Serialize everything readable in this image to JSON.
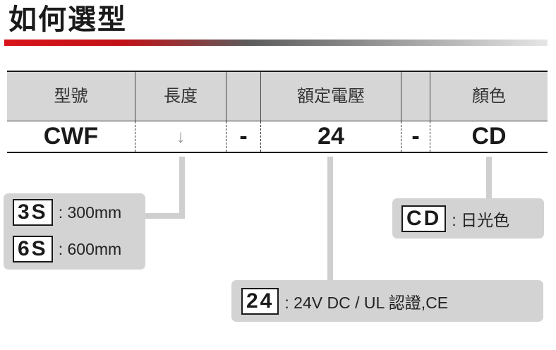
{
  "title": "如何選型",
  "table": {
    "headers": [
      "型號",
      "長度",
      "",
      "額定電壓",
      "",
      "顏色"
    ],
    "values": [
      "CWF",
      "↓",
      "-",
      "24",
      "-",
      "CD"
    ]
  },
  "options": {
    "length": [
      {
        "code": "3S",
        "desc": ": 300mm"
      },
      {
        "code": "6S",
        "desc": ": 600mm"
      }
    ],
    "color": [
      {
        "code": "CD",
        "desc": ": 日光色"
      }
    ],
    "voltage": [
      {
        "code": "24",
        "desc": ": 24V DC / UL 認證,CE"
      }
    ]
  }
}
